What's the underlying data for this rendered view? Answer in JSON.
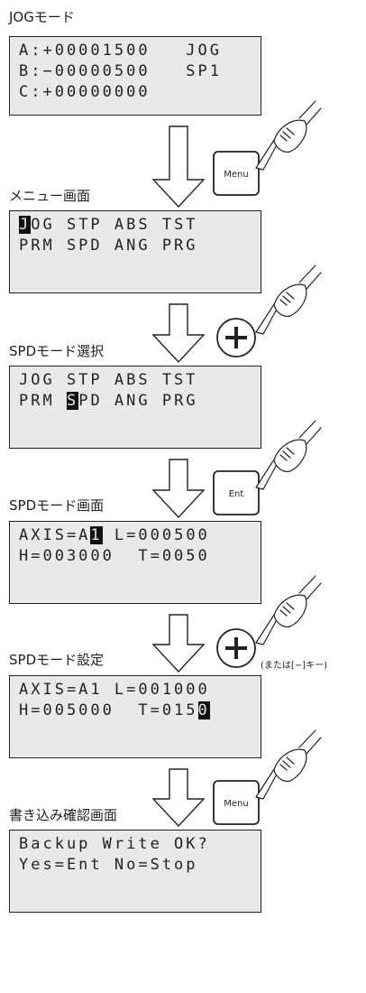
{
  "steps": [
    {
      "label": "JOGモード",
      "lines": [
        [
          {
            "t": "A:+00001500   JOG"
          }
        ],
        [
          {
            "t": "B:−00000500   SP1"
          }
        ],
        [
          {
            "t": "C:+00000000"
          }
        ]
      ]
    },
    {
      "label": "メニュー画面",
      "key": "Menu",
      "lines": [
        [
          {
            "t": "J",
            "hl": true
          },
          {
            "t": "OG STP ABS TST"
          }
        ],
        [
          {
            "t": "PRM SPD ANG PRG"
          }
        ],
        [
          {
            "t": ""
          }
        ]
      ]
    },
    {
      "label": "SPDモード選択",
      "key": "+",
      "lines": [
        [
          {
            "t": "JOG STP ABS TST"
          }
        ],
        [
          {
            "t": "PRM "
          },
          {
            "t": "S",
            "hl": true
          },
          {
            "t": "PD ANG PRG"
          }
        ],
        [
          {
            "t": ""
          }
        ]
      ]
    },
    {
      "label": "SPDモード画面",
      "key": "Ent",
      "lines": [
        [
          {
            "t": "AXIS=A"
          },
          {
            "t": "1",
            "hl": true
          },
          {
            "t": " L=000500"
          }
        ],
        [
          {
            "t": "H=003000  T=0050"
          }
        ],
        [
          {
            "t": ""
          }
        ]
      ]
    },
    {
      "label": "SPDモード設定",
      "key": "+",
      "note": "(または[−]キー)",
      "lines": [
        [
          {
            "t": "AXIS=A1 L=001000"
          }
        ],
        [
          {
            "t": "H=005000  T=015"
          },
          {
            "t": "0",
            "hl": true
          }
        ],
        [
          {
            "t": ""
          }
        ]
      ]
    },
    {
      "label": "書き込み確認画面",
      "key": "Menu",
      "lines": [
        [
          {
            "t": "Backup Write OK?"
          }
        ],
        [
          {
            "t": "Yes=Ent No=Stop"
          }
        ],
        [
          {
            "t": ""
          }
        ]
      ]
    }
  ],
  "icons": {
    "hand": "pointing-hand-icon",
    "arrow": "down-arrow-icon"
  }
}
